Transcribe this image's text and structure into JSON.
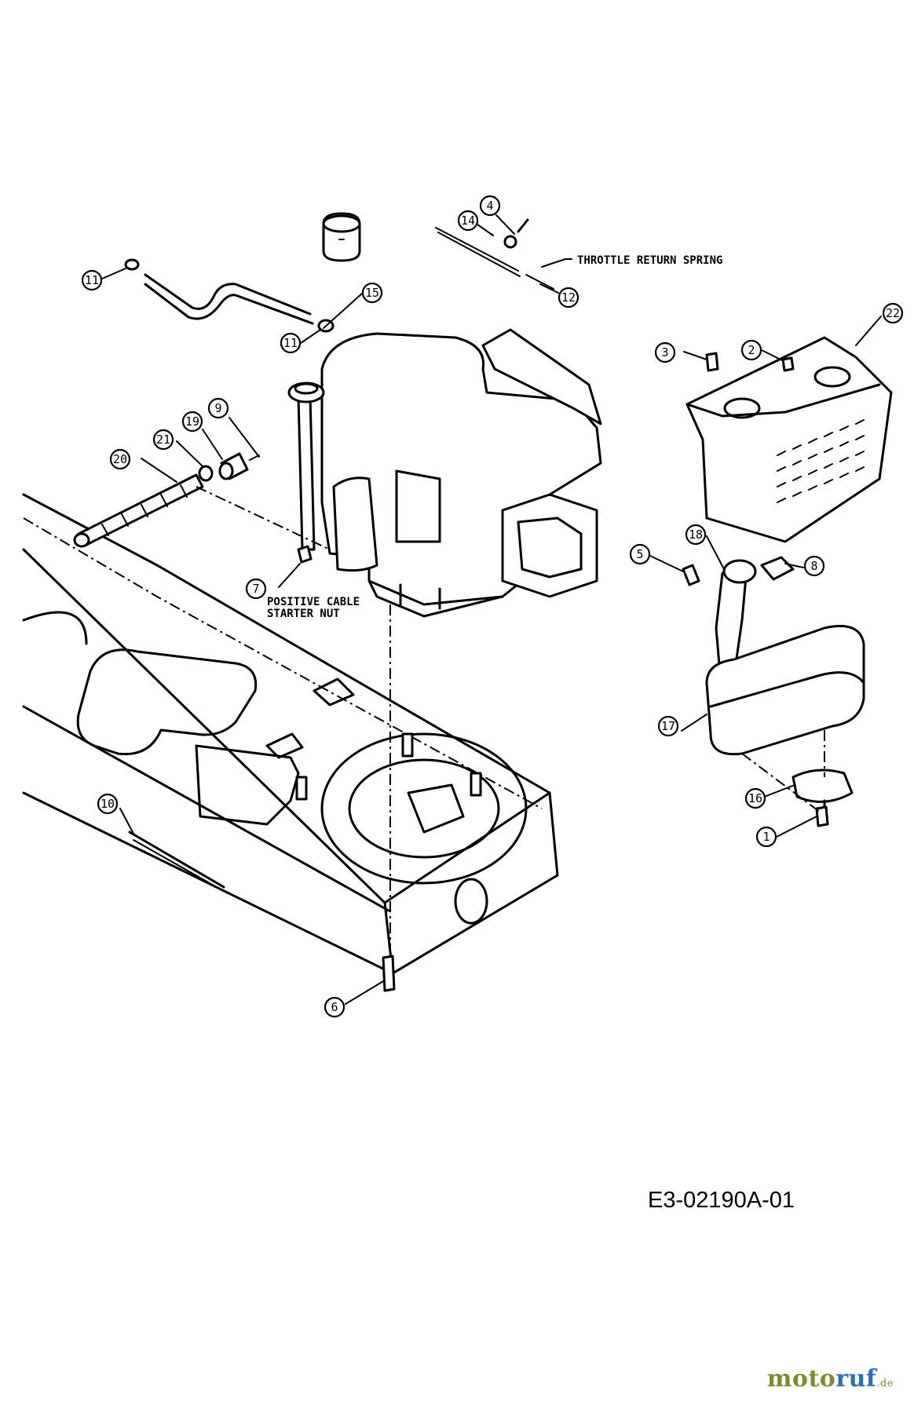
{
  "labels": {
    "throttle": "THROTTLE RETURN SPRING",
    "positive_cable": "POSITIVE CABLE",
    "starter_nut": "STARTER NUT",
    "drawing_code": "E3-02190A-01"
  },
  "callouts": [
    "11",
    "15",
    "11",
    "14",
    "4",
    "12",
    "9",
    "19",
    "21",
    "20",
    "7",
    "3",
    "2",
    "22",
    "5",
    "18",
    "8",
    "17",
    "16",
    "1",
    "10",
    "6"
  ],
  "brand": {
    "text_a": "moto",
    "text_b": "ruf",
    "tld": ".de",
    "colors": {
      "green": "#7b8d32",
      "blue": "#2f6fb3"
    }
  }
}
